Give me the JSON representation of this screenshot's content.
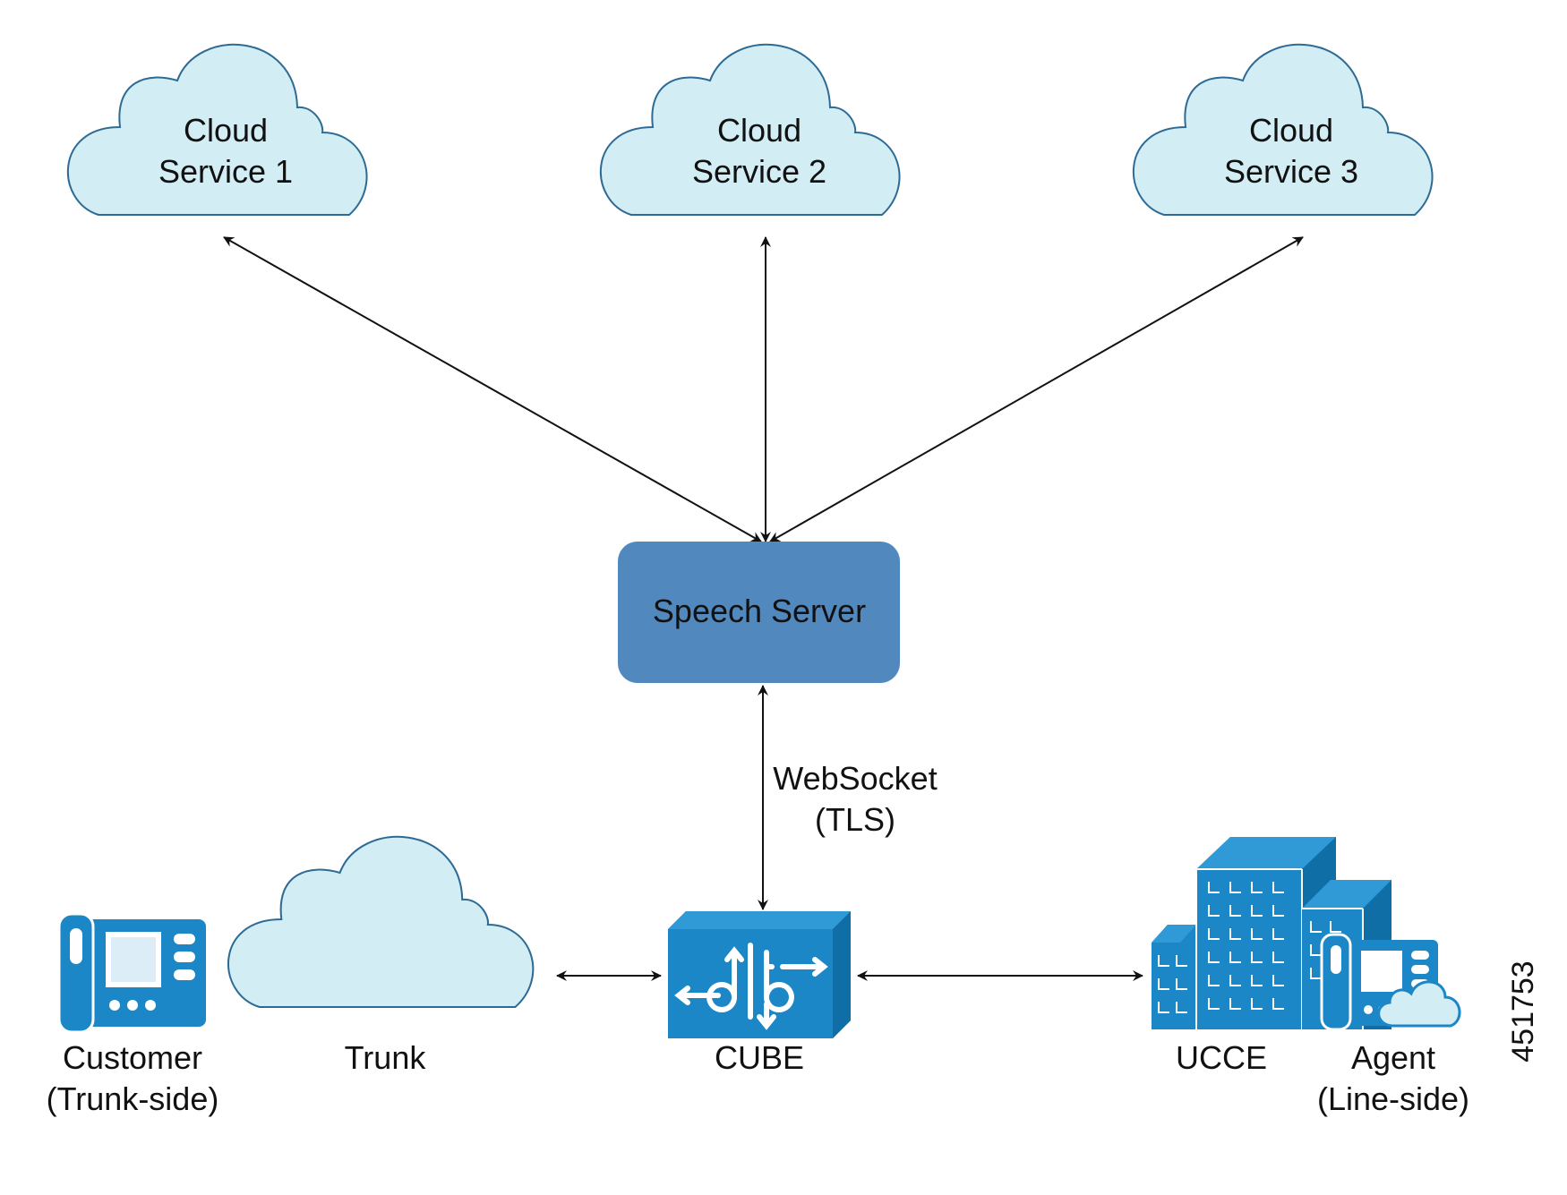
{
  "clouds": [
    {
      "line1": "Cloud",
      "line2": "Service 1"
    },
    {
      "line1": "Cloud",
      "line2": "Service 2"
    },
    {
      "line1": "Cloud",
      "line2": "Service 3"
    }
  ],
  "speech_server": {
    "label": "Speech Server"
  },
  "link": {
    "line1": "WebSocket",
    "line2": "(TLS)"
  },
  "customer": {
    "line1": "Customer",
    "line2": "(Trunk-side)"
  },
  "trunk": {
    "label": "Trunk"
  },
  "cube": {
    "label": "CUBE"
  },
  "ucce": {
    "label": "UCCE"
  },
  "agent": {
    "line1": "Agent",
    "line2": "(Line-side)"
  },
  "figure_id": "451753",
  "colors": {
    "cloud_fill": "#d2edf4",
    "cloud_stroke": "#2e6b94",
    "server_fill": "#5188be",
    "device_blue": "#1b87c6",
    "arrow": "#111111"
  }
}
